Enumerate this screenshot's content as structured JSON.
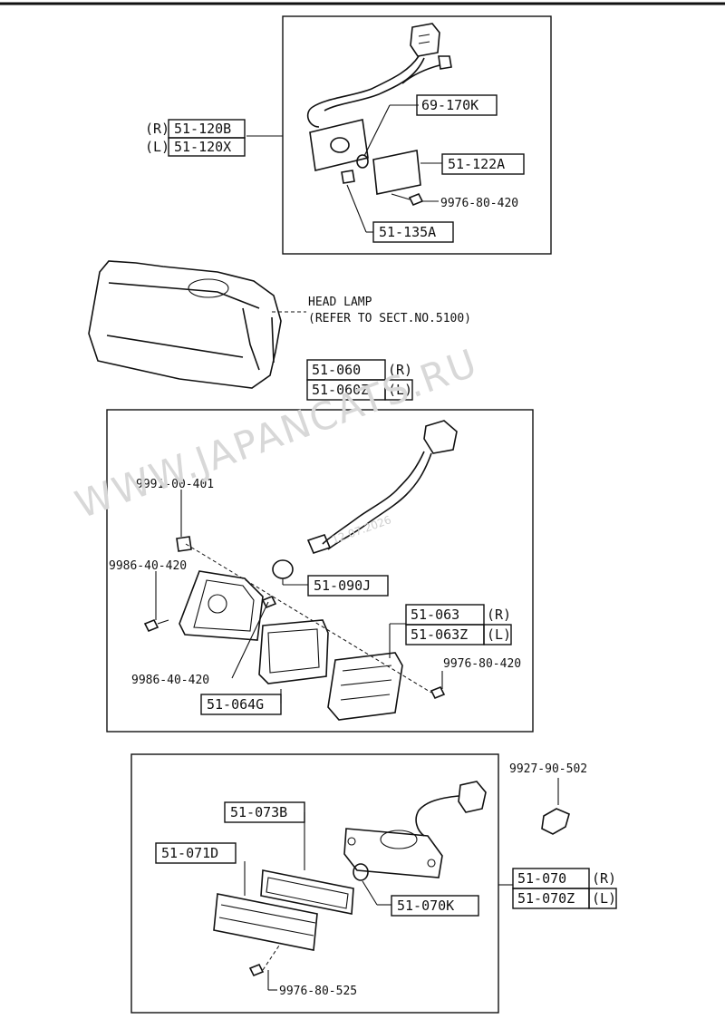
{
  "watermark": "WWW.JAPANCATS.RU",
  "watermark_date": "12.07.2026",
  "group1": {
    "assembly_r_side": "(R)",
    "assembly_r_part": "51-120B",
    "assembly_l_side": "(L)",
    "assembly_l_part": "51-120X",
    "bulb": "69-170K",
    "lens": "51-122A",
    "screw": "9976-80-420",
    "gasket": "51-135A"
  },
  "headlamp": {
    "line1": "HEAD LAMP",
    "line2": "(REFER TO SECT.NO.5100)"
  },
  "group2": {
    "assembly_r_part": "51-060",
    "assembly_r_side": "(R)",
    "assembly_l_part": "51-060Z",
    "assembly_l_side": "(L)",
    "clip": "9991-00-401",
    "screw_a": "9986-40-420",
    "screw_b": "9986-40-420",
    "bulb": "51-090J",
    "lens_r_part": "51-063",
    "lens_r_side": "(R)",
    "lens_l_part": "51-063Z",
    "lens_l_side": "(L)",
    "screw_c": "9976-80-420",
    "gasket": "51-064G"
  },
  "group3": {
    "clip": "9927-90-502",
    "gasket": "51-073B",
    "lens": "51-071D",
    "assembly_r_part": "51-070",
    "assembly_r_side": "(R)",
    "assembly_l_part": "51-070Z",
    "assembly_l_side": "(L)",
    "bulb": "51-070K",
    "screw": "9976-80-525"
  }
}
